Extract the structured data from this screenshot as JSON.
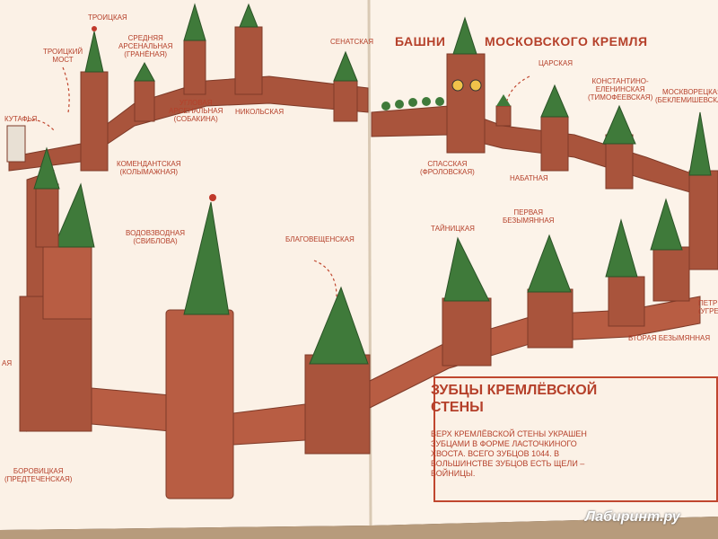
{
  "page": {
    "title_line1": "БАШНИ",
    "title_line2": "МОСКОВСКОГО КРЕМЛЯ"
  },
  "towers": {
    "troitskaya": "ТРОИЦКАЯ",
    "srednyaya_arsenalnaya": "СРЕДНЯЯ\nАРСЕНАЛЬНАЯ\n(ГРАНЁНАЯ)",
    "troitsky_most": "ТРОИЦКИЙ\nМОСТ",
    "kutafya": "КУТАФЬЯ",
    "uglovaya_arsenalnaya": "УГЛОВАЯ\nАРСЕНАЛЬНАЯ\n(СОБАКИНА)",
    "nikolskaya": "НИКОЛЬСКАЯ",
    "senatskaya": "СЕНАТСКАЯ",
    "komendantskaya": "КОМЕНДАНТСКАЯ\n(КОЛЫМАЖНАЯ)",
    "vodovzvodnaya": "ВОДОВЗВОДНАЯ\n(СВИБЛОВА)",
    "blagoveshchenskaya": "БЛАГОВЕЩЕНСКАЯ",
    "tsarskaya": "ЦАРСКАЯ",
    "konstantino_eleninskaya": "КОНСТАНТИНО-\nЕЛЕНИНСКАЯ\n(ТИМОФЕЕВСКАЯ)",
    "moskvoretskaya": "МОСКВОРЕЦКАЯ\n(БЕКЛЕМИШЕВСКАЯ)",
    "spasskaya": "СПАССКАЯ\n(ФРОЛОВСКАЯ)",
    "nabatnaya": "НАБАТНАЯ",
    "taynitskaya": "ТАЙНИЦКАЯ",
    "pervaya_bezymyannaya": "ПЕРВАЯ\nБЕЗЫМЯННАЯ",
    "vtoraya_bezymyannaya": "ВТОРАЯ БЕЗЫМЯННАЯ",
    "petrovskaya": "ПЕТР\n(УГРЕ",
    "borovitskaya": "БОРОВИЦКАЯ\n(ПРЕДТЕЧЕНСКАЯ)",
    "partial_left": "АЯ"
  },
  "info_box": {
    "title": "ЗУБЦЫ КРЕМЛЁВСКОЙ СТЕНЫ",
    "text": "ВЕРХ КРЕМЛЁВСКОЙ СТЕНЫ УКРАШЕН ЗУБЦАМИ В ФОРМЕ ЛАСТОЧКИНОГО ХВОСТА. ВСЕГО ЗУБЦОВ 1044. В БОЛЬШИНСТВЕ ЗУБЦОВ ЕСТЬ ЩЕЛИ – БОЙНИЦЫ."
  },
  "watermark": "Лабиринт.ру",
  "colors": {
    "page": "#fbf1e6",
    "wall": "#a9543c",
    "wall_dark": "#7e3a28",
    "roof": "#3f7a3a",
    "label": "#b5402a",
    "star": "#c0392b"
  }
}
